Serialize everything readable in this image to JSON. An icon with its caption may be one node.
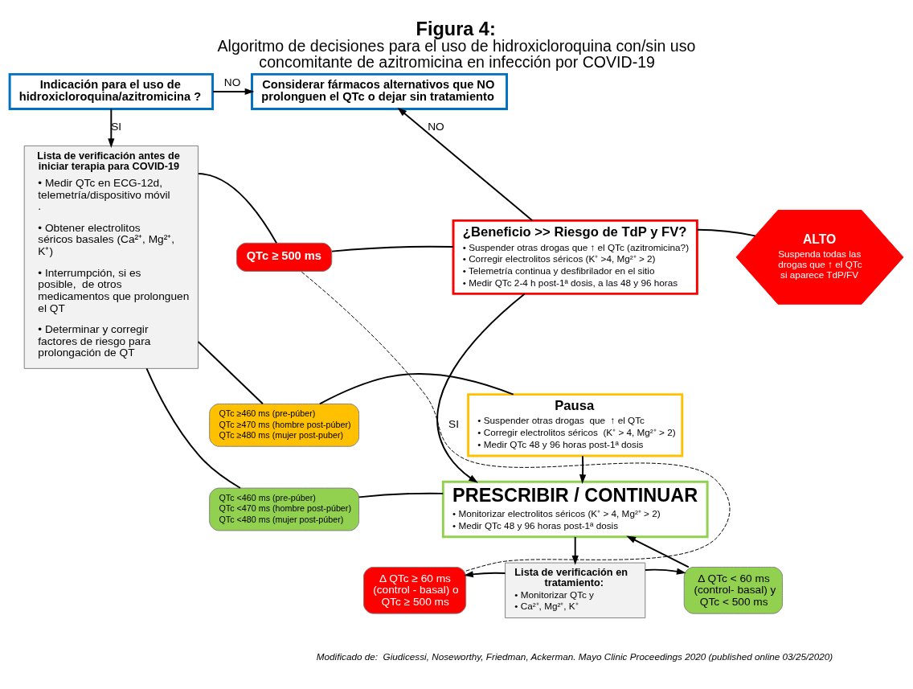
{
  "diagram": {
    "title": "Figura 4:",
    "caption": "Modificado de:  Giudicessi, Noseworthy, Friedman, Ackerman. Mayo Clinic Proceedings 2020 (published online 03/25/2020)",
    "labels": [
      "Algoritmo de decisiones para el uso de hidroxicloroquina con/sin uso concomitante de azitromicina en infección por COVID-19"
    ],
    "nodes": [
      {
        "text": [
          "Indicación para el uso de hidroxicloroquina/azitromicina ?"
        ]
      },
      {
        "text": [
          "Considerar fármacos alternativos que NO prolonguen el QTc o dejar sin tratamiento"
        ]
      },
      {
        "text": [
          "Lista de verificación antes de iniciar terapia para COVID-19",
          "• Medir QTc en ECG-12d, telemetría/dispositivo móvil .",
          "• Obtener electrolitos séricos basales (Ca²⁺, Mg²⁺, K⁺)",
          "• Interrumpción, si es posible,  de otros medicamentos que prolonguen el QT",
          "• Determinar y corregir factores de riesgo para prolongación de QT"
        ]
      },
      {
        "text": [
          "QTc ≥ 500 ms"
        ]
      },
      {
        "text": [
          "QTc ≥460 ms (pre-púber)",
          "QTc ≥470 ms (hombre post-púber)",
          "QTc ≥480 ms (mujer post-puber)"
        ]
      },
      {
        "text": [
          "QTc <460 ms (pre-púber)",
          "QTc <470 ms (hombre post-púber)",
          "QTc <480 ms (mujer post-púber)"
        ]
      },
      {
        "text": [
          "¿Beneficio >> Riesgo de TdP y FV?",
          "• Suspender otras drogas que ↑ el QTc (azitromicina?)",
          "• Corregir electrolitos séricos (K⁺ >4, Mg²⁺ > 2)",
          "• Telemetría continua y desfibrilador en el sitio",
          "• Medir QTc 2-4 h post-1ª dosis, a las 48 y 96 horas"
        ]
      },
      {
        "text": [
          "ALTO",
          "Suspenda todas las drogas que ↑ el QTc si aparece TdP/FV"
        ]
      },
      {
        "text": [
          "Pausa",
          "• Suspender otras drogas  que  ↑ el QTc",
          "• Corregir electrolitos séricos  (K⁺ > 4, Mg²⁺ > 2)",
          "• Medir QTc 48 y 96 horas post-1ª dosis"
        ]
      },
      {
        "text": [
          "PRESCRIBIR / CONTINUAR",
          "• Monitorizar electrolitos séricos (K⁺ > 4, Mg²⁺ > 2)",
          "• Medir QTc 48 y 96 horas post-1ª dosis"
        ]
      },
      {
        "text": [
          "Lista de verificación en  tratamiento:",
          "• Monitorizar QTc y",
          "• Ca²⁺, Mg²⁺, K⁺"
        ]
      },
      {
        "text": [
          "Δ QTc ≥ 60 ms (control - basal) o QTc ≥ 500 ms"
        ]
      },
      {
        "text": [
          "Δ QTc < 60 ms (control- basal) y QTc < 500 ms"
        ]
      }
    ],
    "edges": [
      {
        "from": 0,
        "to": 1,
        "arrow": "to",
        "label": "NO"
      },
      {
        "from": 0,
        "to": 2,
        "arrow": "to",
        "label": "SI"
      },
      {
        "from": 2,
        "to": 3,
        "arrow": "none"
      },
      {
        "from": 2,
        "to": 4,
        "arrow": "none"
      },
      {
        "from": 2,
        "to": 5,
        "arrow": "none"
      },
      {
        "from": 3,
        "to": 6,
        "arrow": "none"
      },
      {
        "from": 4,
        "to": 8,
        "arrow": "none"
      },
      {
        "from": 5,
        "to": 9,
        "arrow": "none"
      },
      {
        "from": 6,
        "to": 1,
        "arrow": "to",
        "label": "NO"
      },
      {
        "from": 6,
        "to": 7,
        "arrow": "none"
      },
      {
        "from": 6,
        "to": 9,
        "arrow": "to",
        "label": "SI"
      },
      {
        "from": 8,
        "to": 9,
        "arrow": "to"
      },
      {
        "from": 9,
        "to": 10,
        "arrow": "to"
      },
      {
        "from": 10,
        "to": 11,
        "arrow": "to"
      },
      {
        "from": 10,
        "to": 12,
        "arrow": "to"
      },
      {
        "from": 12,
        "to": 9,
        "arrow": "to"
      },
      {
        "from": 11,
        "to": 3,
        "arrow": "none",
        "style": "dashed"
      }
    ]
  }
}
